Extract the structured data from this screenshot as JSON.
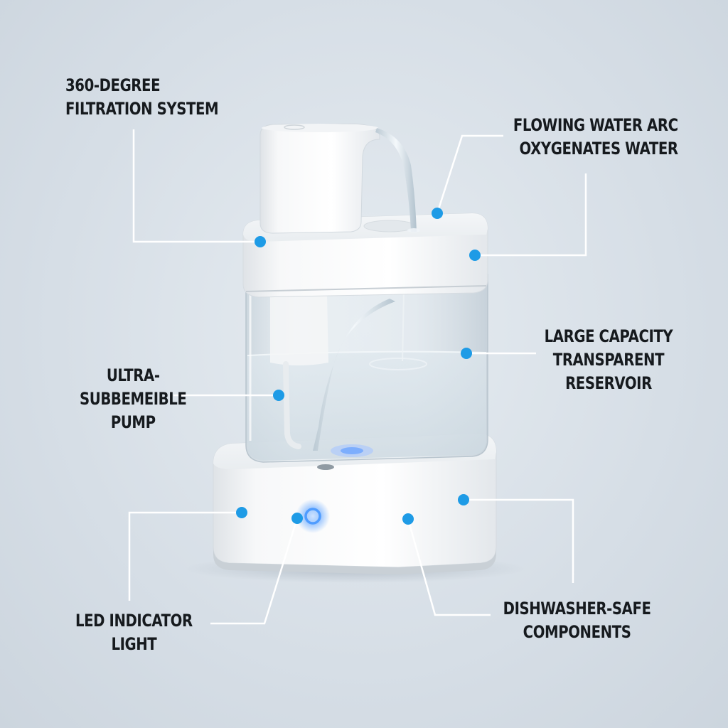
{
  "callouts": {
    "filtration": {
      "lines": [
        "360-DEGREE",
        "FILTRATION SYSTEM"
      ]
    },
    "water_arc": {
      "lines": [
        "FLOWING WATER ARC",
        "OXYGENATES WATER"
      ]
    },
    "reservoir": {
      "lines": [
        "LARGE CAPACITY",
        "TRANSPARENT",
        "RESERVOIR"
      ]
    },
    "pump": {
      "lines": [
        "ULTRA-",
        "SUBBEMEIBLE",
        "PUMP"
      ]
    },
    "led": {
      "lines": [
        "LED INDICATOR",
        "LIGHT"
      ]
    },
    "dishwasher": {
      "lines": [
        "DISHWASHER-SAFE",
        "COMPONENTS"
      ]
    }
  },
  "colors": {
    "marker": "#1e9be6",
    "leader_line": "#ffffff",
    "led_glow": "#5aa9ff",
    "text": "#161a1e"
  }
}
